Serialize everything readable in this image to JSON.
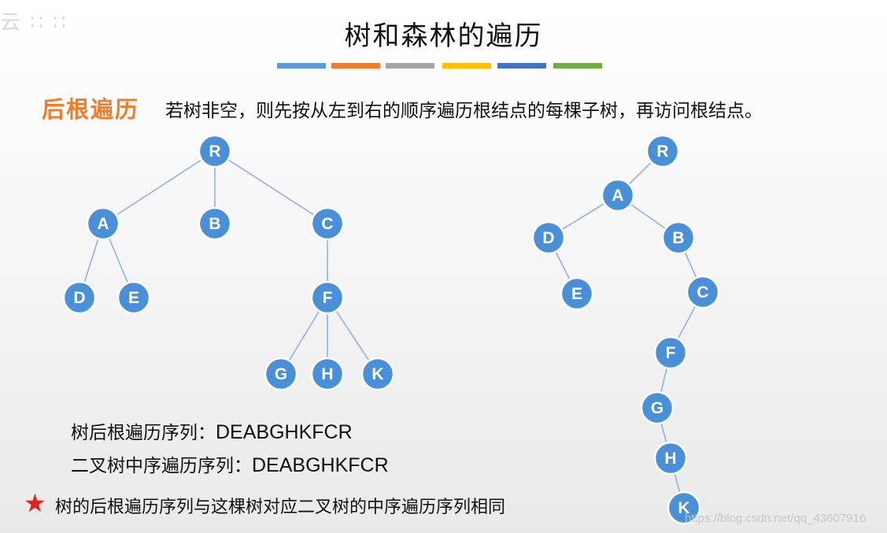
{
  "logo_text": "云 ∷ ∷",
  "title": "树和森林的遍历",
  "color_bar": [
    "#5b9bd5",
    "#ed7d31",
    "#a5a5a5",
    "#ffc000",
    "#4472c4",
    "#70ad47"
  ],
  "heading": "后根遍历",
  "definition": "若树非空，则先按从左到右的顺序遍历根结点的每棵子树，再访问根结点。",
  "tree": {
    "nodes": [
      "R",
      "A",
      "B",
      "C",
      "D",
      "E",
      "F",
      "G",
      "H",
      "K"
    ],
    "edges": [
      [
        "R",
        "A"
      ],
      [
        "R",
        "B"
      ],
      [
        "R",
        "C"
      ],
      [
        "A",
        "D"
      ],
      [
        "A",
        "E"
      ],
      [
        "C",
        "F"
      ],
      [
        "F",
        "G"
      ],
      [
        "F",
        "H"
      ],
      [
        "F",
        "K"
      ]
    ]
  },
  "binary_tree": {
    "nodes": [
      "R",
      "A",
      "D",
      "B",
      "E",
      "C",
      "F",
      "G",
      "H",
      "K"
    ],
    "edges": [
      [
        "R",
        "A"
      ],
      [
        "A",
        "D"
      ],
      [
        "A",
        "B"
      ],
      [
        "D",
        "E"
      ],
      [
        "B",
        "C"
      ],
      [
        "C",
        "F"
      ],
      [
        "F",
        "G"
      ],
      [
        "G",
        "H"
      ],
      [
        "H",
        "K"
      ]
    ]
  },
  "sequences": {
    "tree_label": "树后根遍历序列：",
    "tree_value": "DEABGHKFCR",
    "binary_label": "二叉树中序遍历序列：",
    "binary_value": "DEABGHKFCR"
  },
  "conclusion": "树的后根遍历序列与这棵树对应二叉树的中序遍历序列相同",
  "watermark": "https://blog.csdn.net/qq_43607916"
}
